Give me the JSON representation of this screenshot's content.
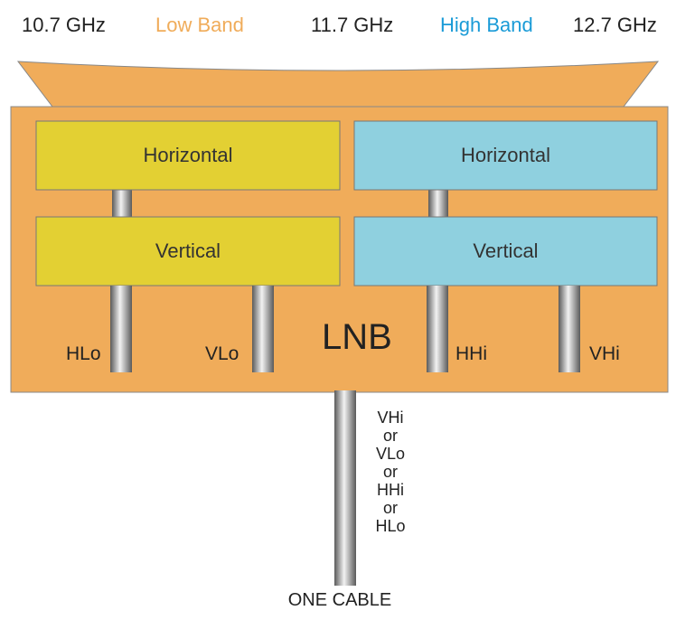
{
  "frequencies": {
    "start": "10.7 GHz",
    "low_band": "Low Band",
    "mid": "11.7 GHz",
    "high_band": "High Band",
    "end": "12.7 GHz"
  },
  "colors": {
    "lnb_body": "#f0ac5a",
    "low_band_text": "#f0ac5a",
    "high_band_text": "#1a9bd7",
    "low_box": "#e3d033",
    "high_box": "#8fd0df",
    "outline": "#777777"
  },
  "low_band_boxes": {
    "top": "Horizontal",
    "bottom": "Vertical"
  },
  "high_band_boxes": {
    "top": "Horizontal",
    "bottom": "Vertical"
  },
  "ports": {
    "h_lo": "HLo",
    "v_lo": "VLo",
    "h_hi": "HHi",
    "v_hi": "VHi"
  },
  "lnb_label": "LNB",
  "cable_options": [
    "VHi",
    "or",
    "VLo",
    "or",
    "HHi",
    "or",
    "HLo"
  ],
  "cable_label": "ONE CABLE"
}
